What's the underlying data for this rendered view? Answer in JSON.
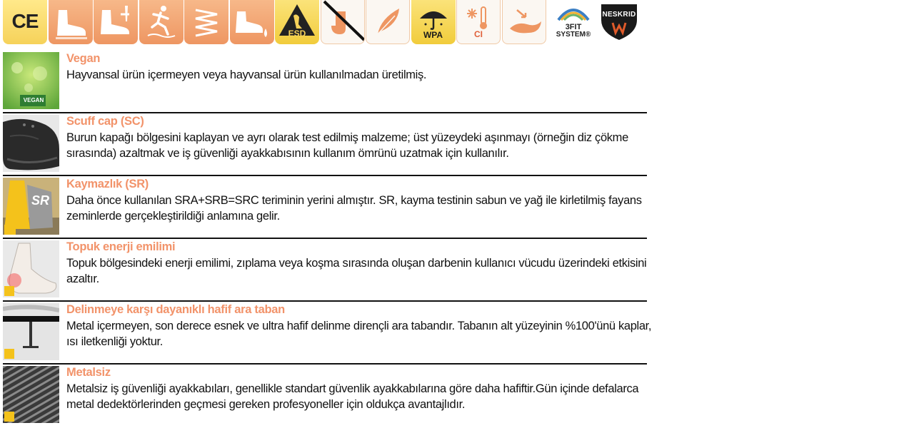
{
  "icons": {
    "ce": "CE",
    "esd": "ESD",
    "wpa": "WPA",
    "ci": "CI",
    "three_fit_line1": "3FIT",
    "three_fit_line2": "SYSTEM®",
    "neskrid": "NESKRID"
  },
  "features": [
    {
      "title": "Vegan",
      "description": "Hayvansal ürün içermeyen veya hayvansal ürün kullanılmadan üretilmiş.",
      "thumb_badge": "VEGAN",
      "icon": "vegan-leaf"
    },
    {
      "title": "Scuff cap (SC)",
      "description": "Burun kapağı bölgesini kaplayan ve ayrı olarak test edilmiş malzeme; üst yüzeydeki aşınmayı (örneğin diz çökme sırasında) azaltmak ve iş güvenliği ayakkabısının kullanım ömrünü uzatmak için kullanılır.",
      "icon": "boot-toe"
    },
    {
      "title": "Kaymazlık (SR)",
      "description": "Daha önce kullanılan SRA+SRB=SRC teriminin yerini almıştır. SR, kayma testinin sabun ve yağ ile kirletilmiş fayans zeminlerde gerçekleştirildiği anlamına gelir.",
      "thumb_badge": "SR",
      "icon": "wet-floor-sign"
    },
    {
      "title": "Topuk enerji emilimi",
      "description": "Topuk bölgesindeki enerji emilimi, zıplama veya koşma sırasında oluşan darbenin kullanıcı vücudu üzerindeki etkisini azaltır.",
      "icon": "foot-heel"
    },
    {
      "title": "Delinmeye karşı dayanıklı hafif ara taban",
      "description": "Metal içermeyen, son derece esnek ve ultra hafif delinme dirençli ara tabandır. Tabanın alt yüzeyinin %100'ünü kaplar, ısı iletkenliği yoktur.",
      "icon": "nail-sole"
    },
    {
      "title": "Metalsiz",
      "description": "Metalsiz iş güvenliği ayakkabıları, genellikle standart güvenlik ayakkabılarına göre daha hafiftir.Gün içinde defalarca metal dedektörlerinden geçmesi gereken profesyoneller için oldukça avantajlıdır.",
      "icon": "fabric-weave"
    }
  ],
  "colors": {
    "title_orange": "#f2936a",
    "icon_orange": "#ee9662",
    "icon_yellow": "#f6d25a",
    "text": "#111111"
  }
}
